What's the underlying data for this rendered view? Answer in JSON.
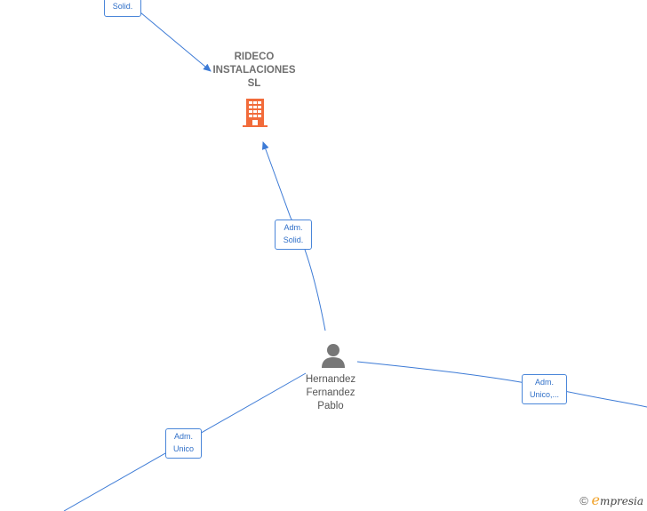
{
  "company": {
    "name_lines": [
      "RIDECO",
      "INSTALACIONES",
      "SL"
    ],
    "icon": "building-icon",
    "icon_color": "#f26b3a"
  },
  "person": {
    "name_lines": [
      "Hernandez",
      "Fernandez",
      "Pablo"
    ],
    "icon": "person-icon",
    "icon_color": "#777777"
  },
  "edge_labels": {
    "top_left": [
      "Solid."
    ],
    "company_person": [
      "Adm.",
      "Solid."
    ],
    "right": [
      "Adm.",
      "Unico,..."
    ],
    "bottom_left": [
      "Adm.",
      "Unico"
    ]
  },
  "colors": {
    "edge": "#3d7bd6",
    "label_border": "#4a86d9",
    "label_text": "#2f6fc8"
  },
  "brand": {
    "copyright": "©",
    "initial": "e",
    "rest": "mpresia"
  }
}
